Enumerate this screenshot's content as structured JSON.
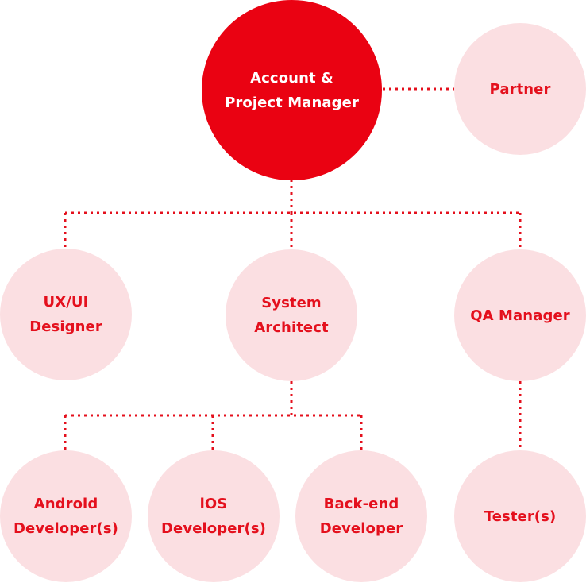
{
  "colors": {
    "primary": "#ea0212",
    "node_fill": "#fbdfe2",
    "node_text": "#e4101d",
    "connector": "#e4101d",
    "primary_text": "#ffffff"
  },
  "nodes": {
    "account_manager": {
      "lines": [
        "Account &",
        "Project Manager"
      ]
    },
    "partner": {
      "lines": [
        "Partner"
      ]
    },
    "ux_ui_designer": {
      "lines": [
        "UX/UI",
        "Designer"
      ]
    },
    "system_architect": {
      "lines": [
        "System",
        "Architect"
      ]
    },
    "qa_manager": {
      "lines": [
        "QA Manager"
      ]
    },
    "android_developer": {
      "lines": [
        "Android",
        "Developer(s)"
      ]
    },
    "ios_developer": {
      "lines": [
        "iOS",
        "Developer(s)"
      ]
    },
    "backend_developer": {
      "lines": [
        "Back-end",
        "Developer"
      ]
    },
    "tester": {
      "lines": [
        "Tester(s)"
      ]
    }
  }
}
